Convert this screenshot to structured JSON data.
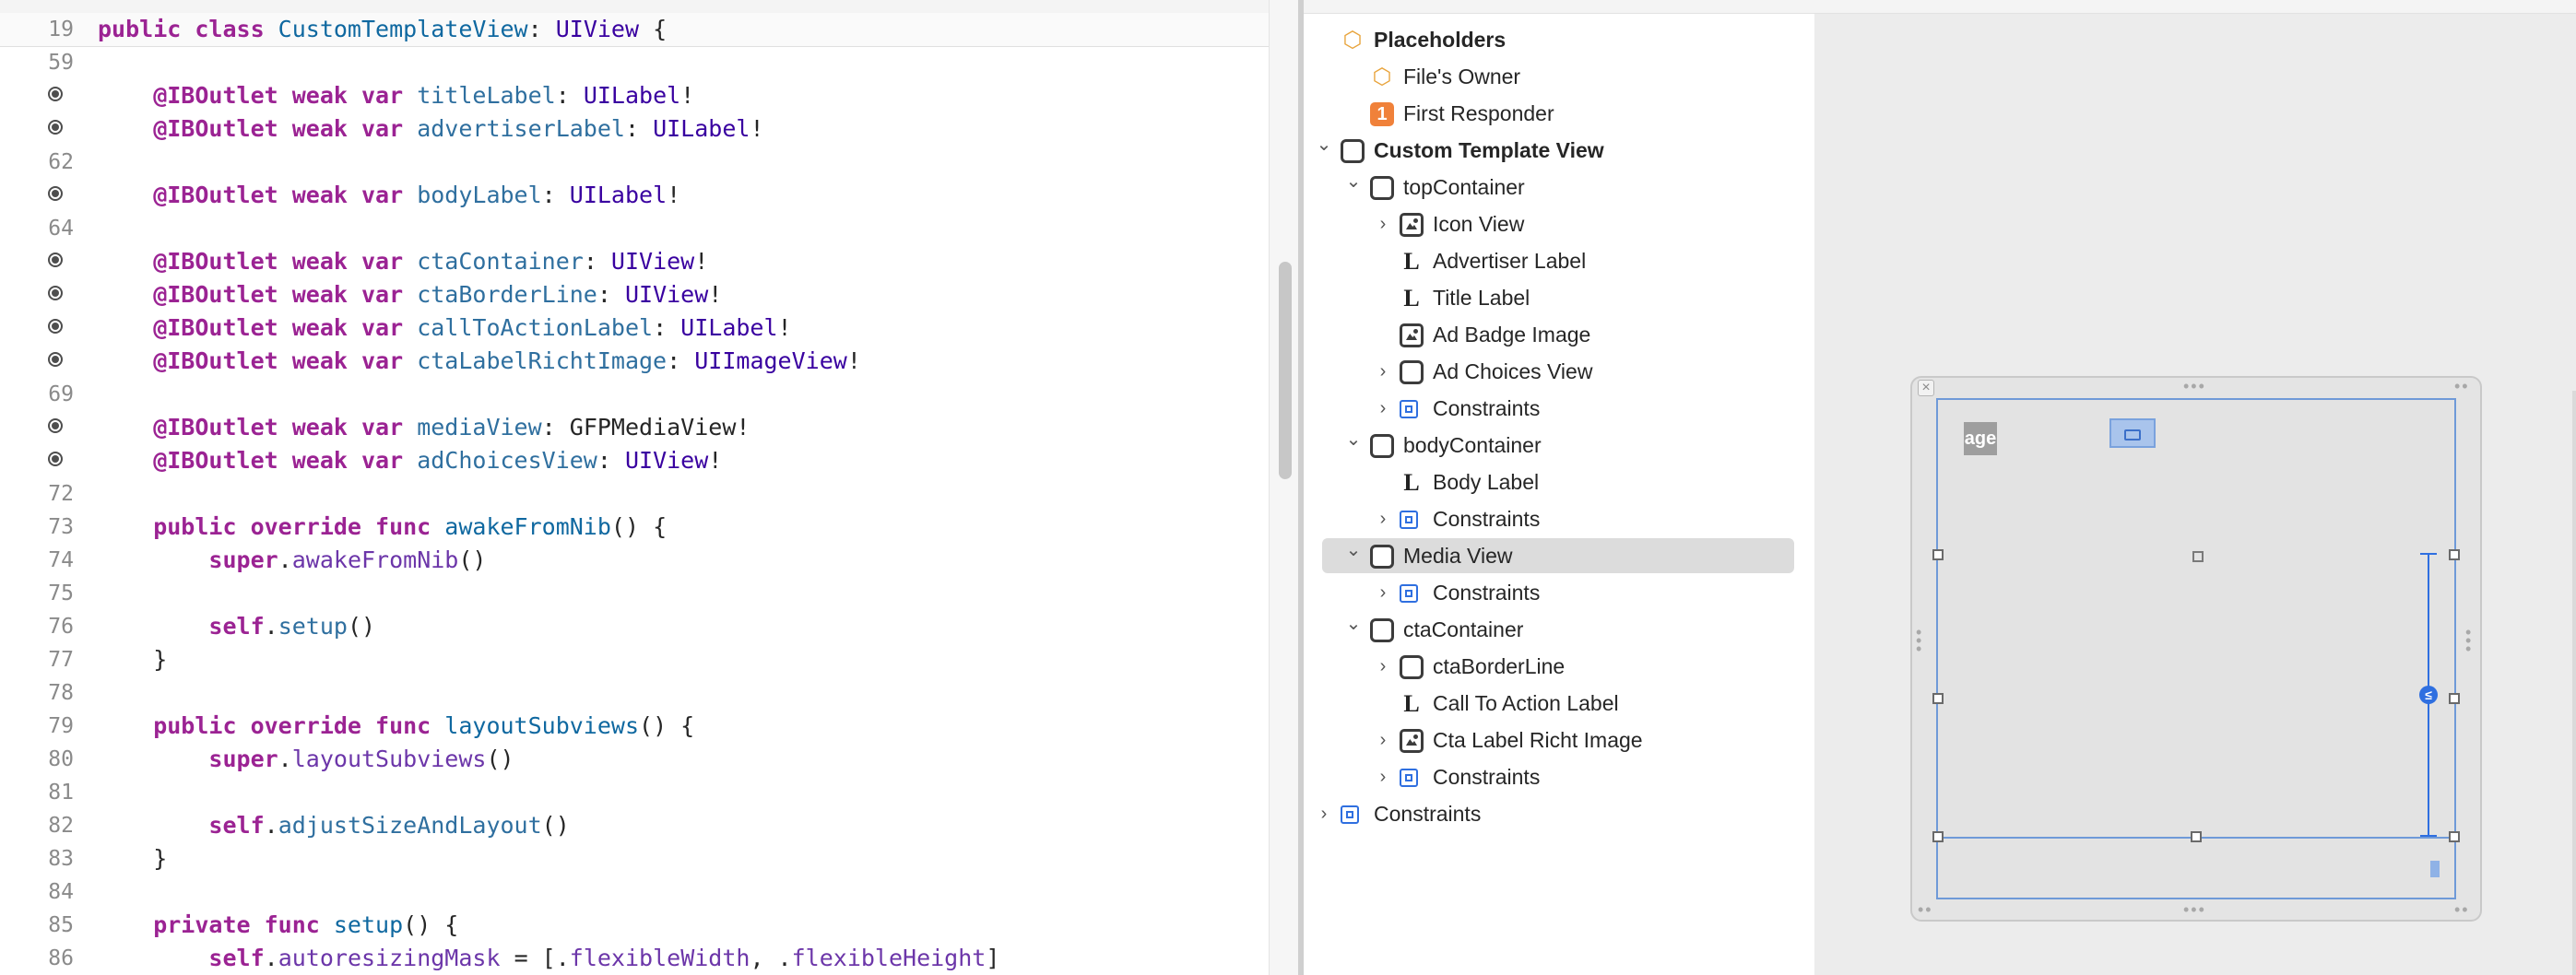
{
  "editor": {
    "sticky_header": {
      "num": "19",
      "tokens": [
        {
          "t": "public class ",
          "c": "kw"
        },
        {
          "t": "CustomTemplateView",
          "c": "fn"
        },
        {
          "t": ": ",
          "c": "plain"
        },
        {
          "t": "UIView",
          "c": "type"
        },
        {
          "t": " {",
          "c": "plain"
        }
      ]
    },
    "lines": [
      {
        "num": "59",
        "outlet": false,
        "tokens": []
      },
      {
        "num": "",
        "outlet": true,
        "tokens": [
          {
            "t": "    @IBOutlet weak var ",
            "c": "kw"
          },
          {
            "t": "titleLabel",
            "c": "prop"
          },
          {
            "t": ": ",
            "c": "plain"
          },
          {
            "t": "UILabel",
            "c": "type"
          },
          {
            "t": "!",
            "c": "plain"
          }
        ]
      },
      {
        "num": "",
        "outlet": true,
        "tokens": [
          {
            "t": "    @IBOutlet weak var ",
            "c": "kw"
          },
          {
            "t": "advertiserLabel",
            "c": "prop"
          },
          {
            "t": ": ",
            "c": "plain"
          },
          {
            "t": "UILabel",
            "c": "type"
          },
          {
            "t": "!",
            "c": "plain"
          }
        ]
      },
      {
        "num": "62",
        "outlet": false,
        "tokens": []
      },
      {
        "num": "",
        "outlet": true,
        "tokens": [
          {
            "t": "    @IBOutlet weak var ",
            "c": "kw"
          },
          {
            "t": "bodyLabel",
            "c": "prop"
          },
          {
            "t": ": ",
            "c": "plain"
          },
          {
            "t": "UILabel",
            "c": "type"
          },
          {
            "t": "!",
            "c": "plain"
          }
        ]
      },
      {
        "num": "64",
        "outlet": false,
        "tokens": []
      },
      {
        "num": "",
        "outlet": true,
        "tokens": [
          {
            "t": "    @IBOutlet weak var ",
            "c": "kw"
          },
          {
            "t": "ctaContainer",
            "c": "prop"
          },
          {
            "t": ": ",
            "c": "plain"
          },
          {
            "t": "UIView",
            "c": "type"
          },
          {
            "t": "!",
            "c": "plain"
          }
        ]
      },
      {
        "num": "",
        "outlet": true,
        "tokens": [
          {
            "t": "    @IBOutlet weak var ",
            "c": "kw"
          },
          {
            "t": "ctaBorderLine",
            "c": "prop"
          },
          {
            "t": ": ",
            "c": "plain"
          },
          {
            "t": "UIView",
            "c": "type"
          },
          {
            "t": "!",
            "c": "plain"
          }
        ]
      },
      {
        "num": "",
        "outlet": true,
        "tokens": [
          {
            "t": "    @IBOutlet weak var ",
            "c": "kw"
          },
          {
            "t": "callToActionLabel",
            "c": "prop"
          },
          {
            "t": ": ",
            "c": "plain"
          },
          {
            "t": "UILabel",
            "c": "type"
          },
          {
            "t": "!",
            "c": "plain"
          }
        ]
      },
      {
        "num": "",
        "outlet": true,
        "tokens": [
          {
            "t": "    @IBOutlet weak var ",
            "c": "kw"
          },
          {
            "t": "ctaLabelRichtImage",
            "c": "prop"
          },
          {
            "t": ": ",
            "c": "plain"
          },
          {
            "t": "UIImageView",
            "c": "type"
          },
          {
            "t": "!",
            "c": "plain"
          }
        ]
      },
      {
        "num": "69",
        "outlet": false,
        "tokens": []
      },
      {
        "num": "",
        "outlet": true,
        "tokens": [
          {
            "t": "    @IBOutlet weak var ",
            "c": "kw"
          },
          {
            "t": "mediaView",
            "c": "prop"
          },
          {
            "t": ": ",
            "c": "plain"
          },
          {
            "t": "GFPMediaView",
            "c": "plain"
          },
          {
            "t": "!",
            "c": "plain"
          }
        ]
      },
      {
        "num": "",
        "outlet": true,
        "tokens": [
          {
            "t": "    @IBOutlet weak var ",
            "c": "kw"
          },
          {
            "t": "adChoicesView",
            "c": "prop"
          },
          {
            "t": ": ",
            "c": "plain"
          },
          {
            "t": "UIView",
            "c": "type"
          },
          {
            "t": "!",
            "c": "plain"
          }
        ]
      },
      {
        "num": "72",
        "outlet": false,
        "tokens": []
      },
      {
        "num": "73",
        "outlet": false,
        "tokens": [
          {
            "t": "    public override func ",
            "c": "kw"
          },
          {
            "t": "awakeFromNib",
            "c": "fn"
          },
          {
            "t": "() {",
            "c": "plain"
          }
        ]
      },
      {
        "num": "74",
        "outlet": false,
        "tokens": [
          {
            "t": "        super",
            "c": "kw"
          },
          {
            "t": ".",
            "c": "plain"
          },
          {
            "t": "awakeFromNib",
            "c": "sys"
          },
          {
            "t": "()",
            "c": "plain"
          }
        ]
      },
      {
        "num": "75",
        "outlet": false,
        "tokens": []
      },
      {
        "num": "76",
        "outlet": false,
        "tokens": [
          {
            "t": "        self",
            "c": "kw"
          },
          {
            "t": ".",
            "c": "plain"
          },
          {
            "t": "setup",
            "c": "prop"
          },
          {
            "t": "()",
            "c": "plain"
          }
        ]
      },
      {
        "num": "77",
        "outlet": false,
        "tokens": [
          {
            "t": "    }",
            "c": "plain"
          }
        ]
      },
      {
        "num": "78",
        "outlet": false,
        "tokens": []
      },
      {
        "num": "79",
        "outlet": false,
        "tokens": [
          {
            "t": "    public override func ",
            "c": "kw"
          },
          {
            "t": "layoutSubviews",
            "c": "fn"
          },
          {
            "t": "() {",
            "c": "plain"
          }
        ]
      },
      {
        "num": "80",
        "outlet": false,
        "tokens": [
          {
            "t": "        super",
            "c": "kw"
          },
          {
            "t": ".",
            "c": "plain"
          },
          {
            "t": "layoutSubviews",
            "c": "sys"
          },
          {
            "t": "()",
            "c": "plain"
          }
        ]
      },
      {
        "num": "81",
        "outlet": false,
        "tokens": []
      },
      {
        "num": "82",
        "outlet": false,
        "tokens": [
          {
            "t": "        self",
            "c": "kw"
          },
          {
            "t": ".",
            "c": "plain"
          },
          {
            "t": "adjustSizeAndLayout",
            "c": "prop"
          },
          {
            "t": "()",
            "c": "plain"
          }
        ]
      },
      {
        "num": "83",
        "outlet": false,
        "tokens": [
          {
            "t": "    }",
            "c": "plain"
          }
        ]
      },
      {
        "num": "84",
        "outlet": false,
        "tokens": []
      },
      {
        "num": "85",
        "outlet": false,
        "tokens": [
          {
            "t": "    private func ",
            "c": "kw"
          },
          {
            "t": "setup",
            "c": "fn"
          },
          {
            "t": "() {",
            "c": "plain"
          }
        ]
      },
      {
        "num": "86",
        "outlet": false,
        "tokens": [
          {
            "t": "        self",
            "c": "kw"
          },
          {
            "t": ".",
            "c": "plain"
          },
          {
            "t": "autoresizingMask",
            "c": "sys"
          },
          {
            "t": " = [.",
            "c": "plain"
          },
          {
            "t": "flexibleWidth",
            "c": "sys"
          },
          {
            "t": ", .",
            "c": "plain"
          },
          {
            "t": "flexibleHeight",
            "c": "sys"
          },
          {
            "t": "]",
            "c": "plain"
          }
        ]
      }
    ]
  },
  "outline": {
    "items": [
      {
        "label": "Placeholders",
        "indent": 0,
        "icon": "cube-icon",
        "disclosure": "none",
        "bold": true,
        "selected": false
      },
      {
        "label": "File's Owner",
        "indent": 1,
        "icon": "cube-icon",
        "disclosure": "none",
        "bold": false,
        "selected": false
      },
      {
        "label": "First Responder",
        "indent": 1,
        "icon": "first-responder-icon",
        "disclosure": "none",
        "bold": false,
        "selected": false
      },
      {
        "label": "Custom Template View",
        "indent": 0,
        "icon": "view-icon",
        "disclosure": "open",
        "bold": true,
        "selected": false
      },
      {
        "label": "topContainer",
        "indent": 1,
        "icon": "view-icon",
        "disclosure": "open",
        "bold": false,
        "selected": false
      },
      {
        "label": "Icon View",
        "indent": 2,
        "icon": "image-view-icon",
        "disclosure": "closed",
        "bold": false,
        "selected": false
      },
      {
        "label": "Advertiser Label",
        "indent": 2,
        "icon": "label-icon",
        "disclosure": "none",
        "bold": false,
        "selected": false
      },
      {
        "label": "Title Label",
        "indent": 2,
        "icon": "label-icon",
        "disclosure": "none",
        "bold": false,
        "selected": false
      },
      {
        "label": "Ad Badge Image",
        "indent": 2,
        "icon": "image-view-icon",
        "disclosure": "none",
        "bold": false,
        "selected": false
      },
      {
        "label": "Ad Choices View",
        "indent": 2,
        "icon": "view-icon",
        "disclosure": "closed",
        "bold": false,
        "selected": false
      },
      {
        "label": "Constraints",
        "indent": 2,
        "icon": "constraints-icon",
        "disclosure": "closed",
        "bold": false,
        "selected": false
      },
      {
        "label": "bodyContainer",
        "indent": 1,
        "icon": "view-icon",
        "disclosure": "open",
        "bold": false,
        "selected": false
      },
      {
        "label": "Body Label",
        "indent": 2,
        "icon": "label-icon",
        "disclosure": "none",
        "bold": false,
        "selected": false
      },
      {
        "label": "Constraints",
        "indent": 2,
        "icon": "constraints-icon",
        "disclosure": "closed",
        "bold": false,
        "selected": false
      },
      {
        "label": "Media View",
        "indent": 1,
        "icon": "view-icon",
        "disclosure": "open",
        "bold": false,
        "selected": true
      },
      {
        "label": "Constraints",
        "indent": 2,
        "icon": "constraints-icon",
        "disclosure": "closed",
        "bold": false,
        "selected": false
      },
      {
        "label": "ctaContainer",
        "indent": 1,
        "icon": "view-icon",
        "disclosure": "open",
        "bold": false,
        "selected": false
      },
      {
        "label": "ctaBorderLine",
        "indent": 2,
        "icon": "view-icon",
        "disclosure": "closed",
        "bold": false,
        "selected": false
      },
      {
        "label": "Call To Action Label",
        "indent": 2,
        "icon": "label-icon",
        "disclosure": "none",
        "bold": false,
        "selected": false
      },
      {
        "label": "Cta Label Richt Image",
        "indent": 2,
        "icon": "image-view-icon",
        "disclosure": "closed",
        "bold": false,
        "selected": false
      },
      {
        "label": "Constraints",
        "indent": 2,
        "icon": "constraints-icon",
        "disclosure": "closed",
        "bold": false,
        "selected": false
      },
      {
        "label": "Constraints",
        "indent": 0,
        "icon": "constraints-icon",
        "disclosure": "closed",
        "bold": false,
        "selected": false
      }
    ]
  },
  "canvas": {
    "ad_badge_text": "age",
    "label_icon_glyph": "L",
    "first_responder_glyph": "1"
  },
  "colors": {
    "keyword": "#9b2393",
    "type": "#3900a0",
    "property": "#2f6f9f",
    "selection_row": "#dcdcdc",
    "constraint_blue": "#2f6fe0"
  }
}
